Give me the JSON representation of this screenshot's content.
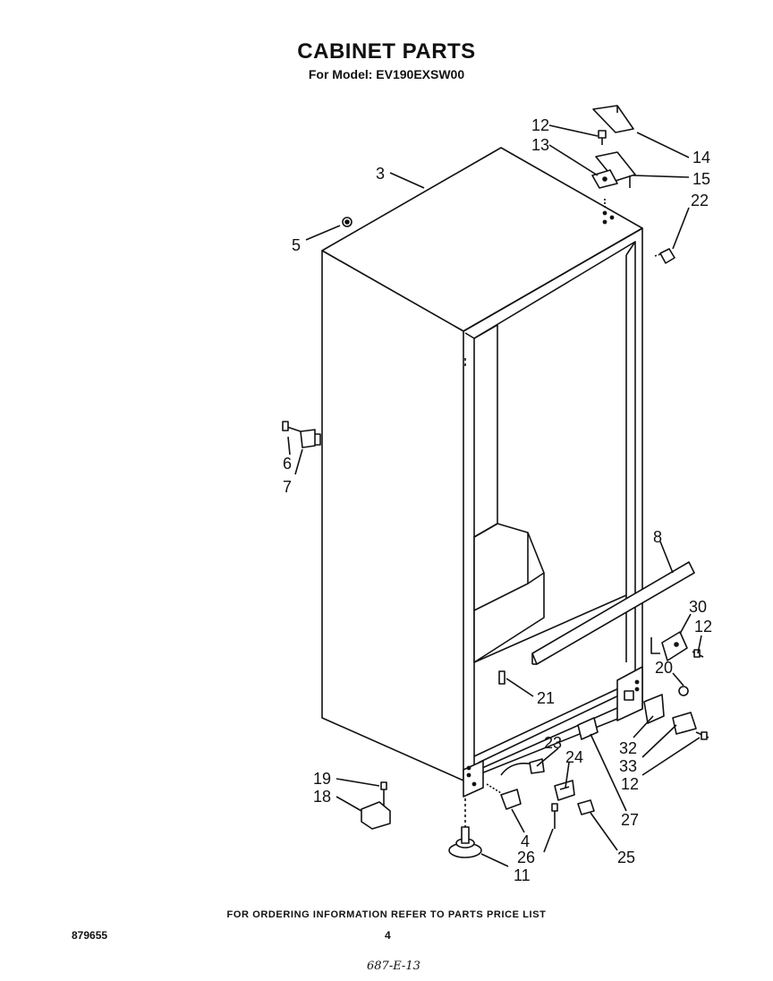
{
  "header": {
    "title": "CABINET PARTS",
    "subtitle": "For Model: EV190EXSW00"
  },
  "callouts": {
    "c3": "3",
    "c5": "5",
    "c6": "6",
    "c7": "7",
    "c8": "8",
    "c12a": "12",
    "c13": "13",
    "c14": "14",
    "c15": "15",
    "c22": "22",
    "c30": "30",
    "c12b": "12",
    "c20": "20",
    "c21": "21",
    "c23": "23",
    "c24": "24",
    "c32": "32",
    "c33": "33",
    "c12c": "12",
    "c19": "19",
    "c18": "18",
    "c4": "4",
    "c26": "26",
    "c11": "11",
    "c25": "25",
    "c27": "27"
  },
  "footer": {
    "ordering_note": "FOR ORDERING INFORMATION REFER TO PARTS PRICE LIST",
    "doc_number": "879655",
    "page_number": "4",
    "handwritten": "687-E-13"
  }
}
